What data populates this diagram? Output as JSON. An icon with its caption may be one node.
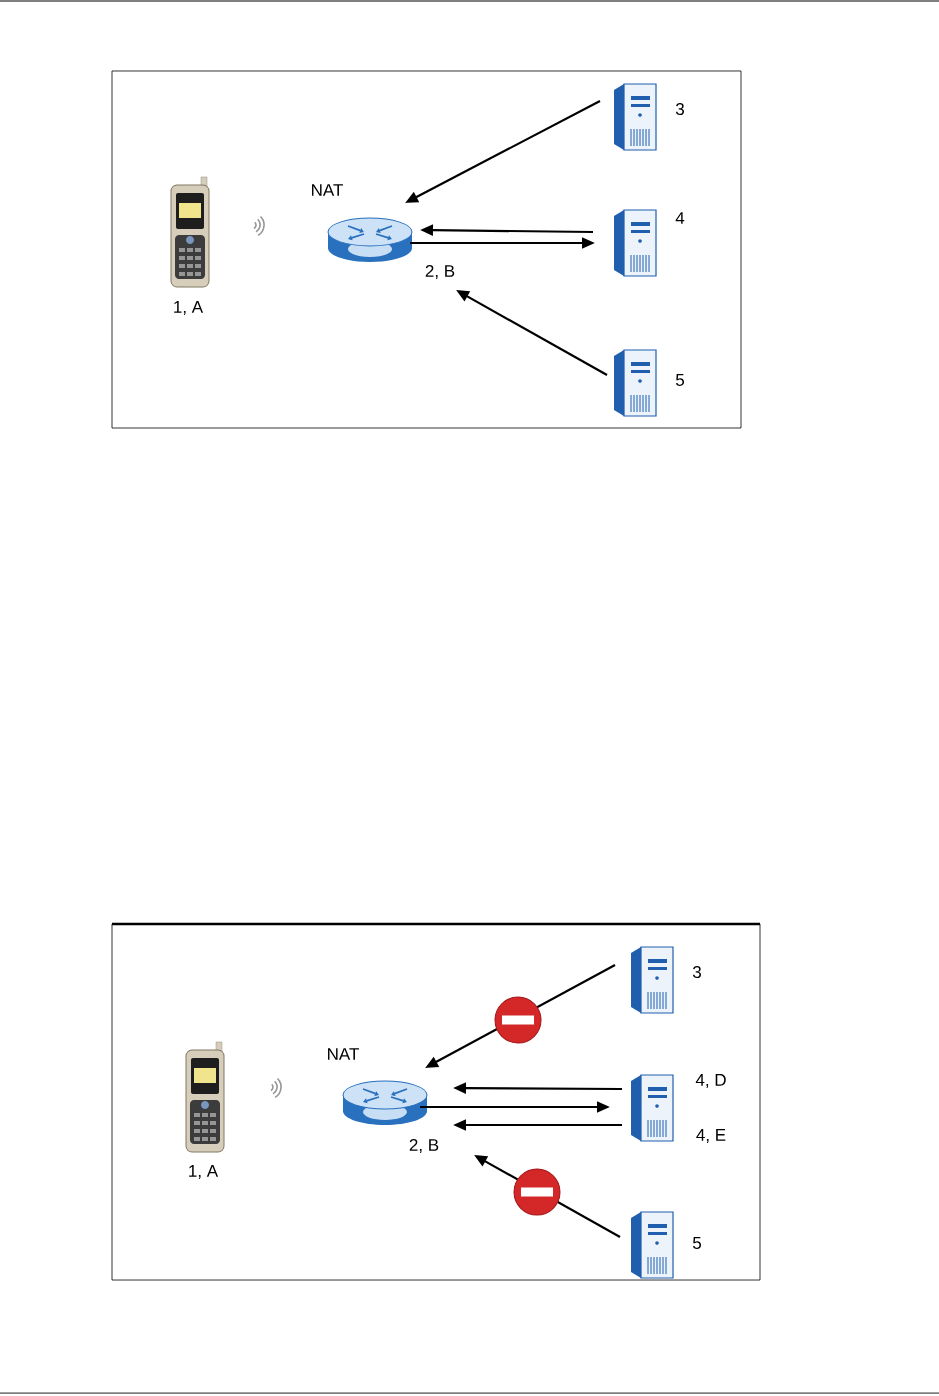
{
  "diagram": {
    "nodes": [
      {
        "text": [
          "1, A"
        ]
      },
      {
        "text": [
          "NAT",
          "2, B"
        ]
      },
      {
        "text": [
          "3"
        ]
      },
      {
        "text": [
          "4"
        ]
      },
      {
        "text": [
          "5"
        ]
      },
      {
        "text": [
          "1, A"
        ]
      },
      {
        "text": [
          "NAT",
          "2, B"
        ]
      },
      {
        "text": [
          "3"
        ]
      },
      {
        "text": [
          "4, D",
          "4, E"
        ]
      },
      {
        "text": [
          "5"
        ]
      }
    ],
    "edges": [
      {
        "from": 2,
        "to": 1,
        "arrow": "to"
      },
      {
        "from": 3,
        "to": 1,
        "arrow": "to"
      },
      {
        "from": 1,
        "to": 3,
        "arrow": "to"
      },
      {
        "from": 4,
        "to": 1,
        "arrow": "to"
      },
      {
        "from": 7,
        "to": 6,
        "arrow": "to"
      },
      {
        "from": 8,
        "to": 6,
        "arrow": "to"
      },
      {
        "from": 6,
        "to": 8,
        "arrow": "to"
      },
      {
        "from": 8,
        "to": 6,
        "arrow": "to"
      },
      {
        "from": 9,
        "to": 6,
        "arrow": "to"
      }
    ]
  }
}
